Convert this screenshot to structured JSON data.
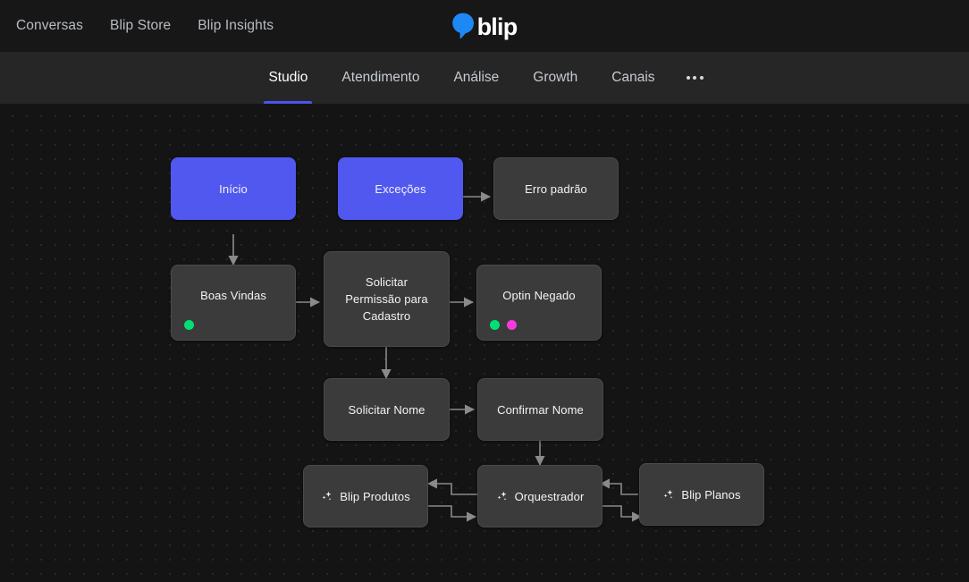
{
  "header": {
    "nav": [
      {
        "label": "Conversas",
        "name": "topnav-item-conversas"
      },
      {
        "label": "Blip Store",
        "name": "topnav-item-blip-store"
      },
      {
        "label": "Blip Insights",
        "name": "topnav-item-blip-insights"
      }
    ],
    "brand": {
      "word": "blip",
      "icon": "blip-balloon-icon",
      "color": "#1e88f5"
    }
  },
  "tabs": {
    "items": [
      {
        "label": "Studio",
        "active": true
      },
      {
        "label": "Atendimento",
        "active": false
      },
      {
        "label": "Análise",
        "active": false
      },
      {
        "label": "Growth",
        "active": false
      },
      {
        "label": "Canais",
        "active": false
      }
    ],
    "overflow_icon": "more-horizontal-icon",
    "active_underline_color": "#4a55ef"
  },
  "canvas": {
    "background": "#141414",
    "grid": "dot-grid",
    "node_colors": {
      "start": "#5058ef",
      "block": "#3b3b3b",
      "edge": "#8a8a8a"
    },
    "badge_colors": {
      "green": "#00e074",
      "magenta": "#f53bdc"
    },
    "nodes": [
      {
        "id": "inicio",
        "label": "Início",
        "type": "start"
      },
      {
        "id": "excecoes",
        "label": "Exceções",
        "type": "start"
      },
      {
        "id": "erro-padrao",
        "label": "Erro padrão",
        "type": "block"
      },
      {
        "id": "boas-vindas",
        "label": "Boas Vindas",
        "type": "block",
        "badges": [
          "green"
        ]
      },
      {
        "id": "solicitar-permissao",
        "label": "Solicitar\nPermissão para\nCadastro",
        "type": "block"
      },
      {
        "id": "optin-negado",
        "label": "Optin Negado",
        "type": "block",
        "badges": [
          "green",
          "magenta"
        ]
      },
      {
        "id": "solicitar-nome",
        "label": "Solicitar Nome",
        "type": "block"
      },
      {
        "id": "confirmar-nome",
        "label": "Confirmar Nome",
        "type": "block"
      },
      {
        "id": "blip-produtos",
        "label": "Blip Produtos",
        "type": "block",
        "icon": "sparkles-icon"
      },
      {
        "id": "orquestrador",
        "label": "Orquestrador",
        "type": "block",
        "icon": "sparkles-icon"
      },
      {
        "id": "blip-planos",
        "label": "Blip Planos",
        "type": "block",
        "icon": "sparkles-icon"
      }
    ]
  }
}
